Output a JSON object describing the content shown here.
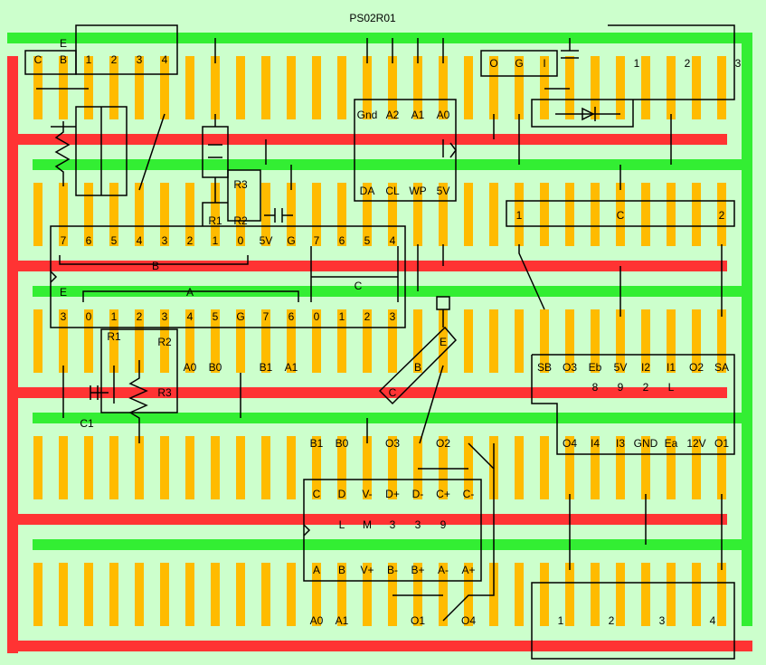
{
  "title": "PS02R01",
  "colors": {
    "background": "#ccffcc",
    "strip": "#ffbb00",
    "power": "#ff3333",
    "ground": "#33ee33",
    "line": "#000000"
  },
  "labels": {
    "conn_tl": [
      "C",
      "B",
      "1",
      "2",
      "3",
      "4",
      "E"
    ],
    "conn_tr": [
      "O",
      "G",
      "I",
      "1",
      "2",
      "3"
    ],
    "eeprom_top": [
      "Gnd",
      "A2",
      "A1",
      "A0"
    ],
    "eeprom_bot": [
      "DA",
      "CL",
      "WP",
      "5V"
    ],
    "r3a": "R3",
    "r1a": "R1",
    "r2a": "R2",
    "chip_top": [
      "7",
      "6",
      "5",
      "4",
      "3",
      "2",
      "1",
      "0",
      "5V",
      "G",
      "7",
      "6",
      "5",
      "4"
    ],
    "chip_bot": [
      "3",
      "0",
      "1",
      "2",
      "3",
      "4",
      "5",
      "G",
      "7",
      "6",
      "0",
      "1",
      "2",
      "3"
    ],
    "bus_b": "B",
    "bus_e": "E",
    "bus_a": "A",
    "bus_c": "C",
    "r1b": "R1",
    "r2b": "R2",
    "r3b": "R3",
    "c1": "C1",
    "ab_labels": [
      "A0",
      "B0",
      "B1",
      "A1"
    ],
    "trans": [
      "E",
      "B",
      "C"
    ],
    "c_box": [
      "1",
      "C",
      "2"
    ],
    "right_top": [
      "SB",
      "O3",
      "Eb",
      "5V",
      "I2",
      "I1",
      "O2",
      "SA"
    ],
    "right_mid": [
      "8",
      "9",
      "2",
      "L"
    ],
    "right_bot": [
      "O4",
      "I4",
      "I3",
      "GND",
      "Ea",
      "12V",
      "O1"
    ],
    "mid_row": [
      "B1",
      "B0",
      "O3",
      "O2"
    ],
    "drv_top": [
      "C",
      "D",
      "V-",
      "D+",
      "D-",
      "C+",
      "C-"
    ],
    "drv_mid": [
      "L",
      "M",
      "3",
      "3",
      "9"
    ],
    "drv_bot": [
      "A",
      "B",
      "V+",
      "B-",
      "B+",
      "A-",
      "A+"
    ],
    "bottom_row": [
      "A0",
      "A1",
      "O1",
      "O4"
    ],
    "conn_br": [
      "1",
      "2",
      "3",
      "4"
    ]
  }
}
